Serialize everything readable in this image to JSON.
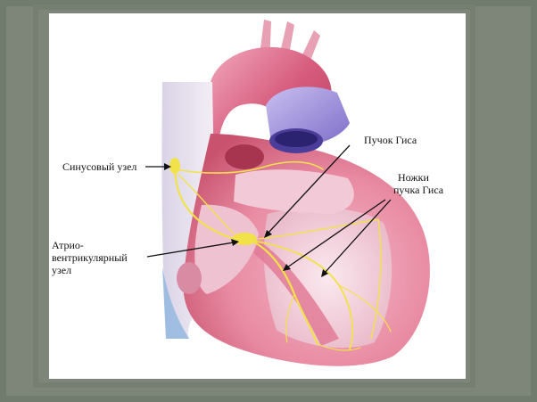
{
  "labels": {
    "sinus_node": "Синусовый узел",
    "his_bundle": "Пучок Гиса",
    "bundle_branches_line1": "Ножки",
    "bundle_branches_line2": "пучка Гиса",
    "av_node_line1": "Атрио-",
    "av_node_line2": "вентрикулярный",
    "av_node_line3": "узел"
  },
  "colors": {
    "frame": "#7d8679",
    "card": "#ffffff",
    "myocardium": "#e88aa2",
    "aorta": "#d65a7c",
    "pulmonary": "#9c8fd8",
    "atrium_wall": "#e9e4ef",
    "conduction": "#f2e24a"
  }
}
